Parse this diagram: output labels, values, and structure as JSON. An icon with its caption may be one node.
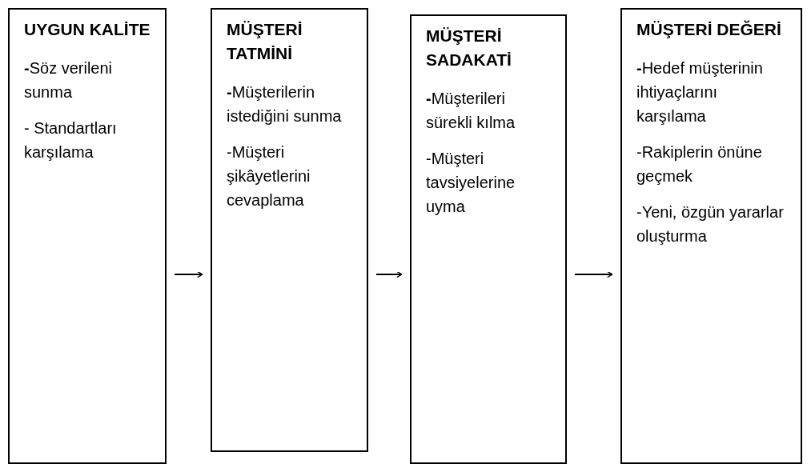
{
  "diagram": {
    "nodes": [
      {
        "text": [
          "UYGUN KALİTE",
          "**-**Söz verileni sunma",
          "- Standartları karşılama"
        ]
      },
      {
        "text": [
          "MÜŞTERİ TATMİNİ",
          "**-**Müşterilerin istediğini sunma",
          "-Müşteri şikâyetlerini cevaplama"
        ]
      },
      {
        "text": [
          "MÜŞTERİ SADAKATİ",
          "**-**Müşterileri sürekli kılma",
          "-Müşteri tavsiyelerine uyma"
        ]
      },
      {
        "text": [
          "MÜŞTERİ DEĞERİ",
          "**-**Hedef müşterinin ihtiyaçlarını karşılama",
          "-Rakiplerin önüne geçmek",
          "-Yeni, özgün yararlar oluşturma"
        ]
      }
    ],
    "edges": [
      {
        "from": 0,
        "to": 1,
        "arrow": "to"
      },
      {
        "from": 1,
        "to": 2,
        "arrow": "to"
      },
      {
        "from": 2,
        "to": 3,
        "arrow": "to"
      }
    ]
  }
}
